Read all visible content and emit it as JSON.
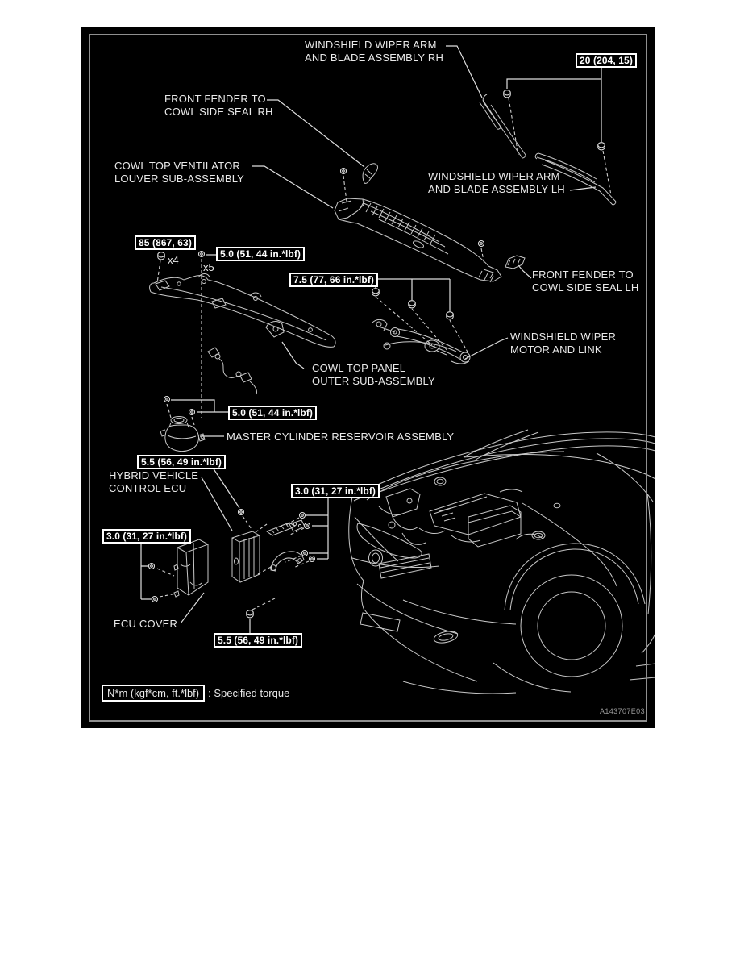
{
  "figure": {
    "code": "A143707E03"
  },
  "part_labels": {
    "wiper_arm_rh": "WINDSHIELD WIPER ARM\nAND BLADE ASSEMBLY RH",
    "front_fender_seal_rh": "FRONT FENDER TO\nCOWL SIDE SEAL RH",
    "cowl_top_ventilator_louver": "COWL TOP VENTILATOR\nLOUVER SUB-ASSEMBLY",
    "wiper_arm_lh": "WINDSHIELD WIPER ARM\nAND BLADE ASSEMBLY LH",
    "front_fender_seal_lh": "FRONT FENDER TO\nCOWL SIDE SEAL LH",
    "wiper_motor_link": "WINDSHIELD WIPER\nMOTOR AND LINK",
    "cowl_top_panel": "COWL TOP PANEL\nOUTER SUB-ASSEMBLY",
    "master_cylinder_reservoir": "MASTER CYLINDER RESERVOIR ASSEMBLY",
    "hybrid_vehicle_control_ecu": "HYBRID VEHICLE\nCONTROL ECU",
    "ecu_cover": "ECU COVER"
  },
  "quantities": {
    "wiper_pivot_bolts": "x4",
    "louver_screws": "x5"
  },
  "torque_specs": {
    "wiper_arm_nut": "20 (204, 15)",
    "cowl_bolt": "85 (867, 63)",
    "louver_screw": "5.0 (51, 44 in.*lbf)",
    "wiper_motor_bolt": "7.5 (77, 66 in.*lbf)",
    "reservoir_bolt": "5.0 (51, 44 in.*lbf)",
    "ecu_upper_bolt": "5.5 (56, 49 in.*lbf)",
    "ecu_bracket_screw": "3.0 (31, 27 in.*lbf)",
    "ecu_cover_screw": "3.0 (31, 27 in.*lbf)",
    "ecu_lower_bolt": "5.5 (56, 49 in.*lbf)"
  },
  "legend": {
    "torque_unit_box": "N*m (kgf*cm, ft.*lbf)",
    "description": ": Specified torque"
  }
}
